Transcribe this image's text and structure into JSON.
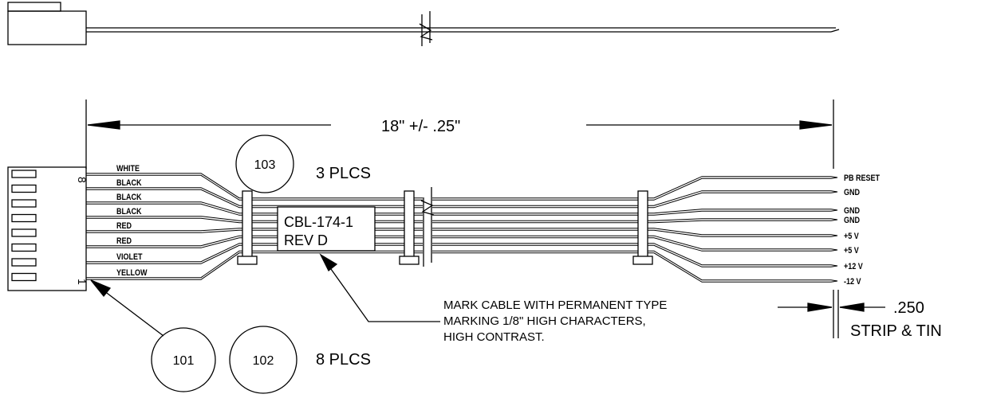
{
  "dimension": {
    "length": "18\" +/- .25\""
  },
  "cable_label": {
    "line1": "CBL-174-1",
    "line2": "REV D"
  },
  "callouts": [
    {
      "id": "101",
      "text": "101"
    },
    {
      "id": "102",
      "text": "102"
    },
    {
      "id": "103",
      "text": "103"
    }
  ],
  "qty": {
    "ties": "3 PLCS",
    "items": "8 PLCS"
  },
  "note": {
    "line1": "MARK CABLE WITH PERMANENT TYPE",
    "line2": "MARKING 1/8\" HIGH CHARACTERS,",
    "line3": "HIGH CONTRAST."
  },
  "strip": {
    "value": ".250",
    "label": "STRIP & TIN"
  },
  "connector": {
    "pin_top": "8",
    "pin_bottom": "1"
  },
  "wires_left": [
    "WHITE",
    "BLACK",
    "BLACK",
    "BLACK",
    "RED",
    "RED",
    "VIOLET",
    "YELLOW"
  ],
  "wires_right": [
    "PB RESET",
    "GND",
    "GND",
    "GND",
    "+5 V",
    "+5 V",
    "+12 V",
    "-12 V"
  ]
}
